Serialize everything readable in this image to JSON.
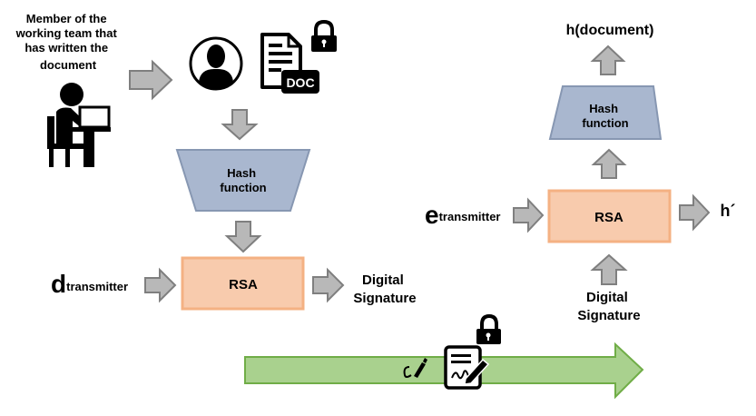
{
  "left": {
    "member_caption": [
      "Member of the",
      "working team that",
      "has written the",
      "document"
    ],
    "doc_icon_text": "DOC",
    "hash_box": [
      "Hash",
      "function"
    ],
    "d_letter": "d",
    "d_sub": "transmitter",
    "rsa_label": "RSA",
    "signature_label": [
      "Digital",
      "Signature"
    ]
  },
  "right": {
    "h_document": "h(document)",
    "hash_box": [
      "Hash",
      "function"
    ],
    "e_letter": "e",
    "e_sub": "transmitter",
    "rsa_label": "RSA",
    "h_prime": "h´",
    "signature_label": [
      "Digital",
      "Signature"
    ]
  },
  "colors": {
    "arrow_fill": "#b8b8b8",
    "arrow_stroke": "#7f7f7f",
    "hash_fill": "#a9b7cf",
    "hash_stroke": "#8797b2",
    "rsa_fill": "#f8cbad",
    "rsa_stroke": "#f4b183",
    "channel_fill": "#a9d18e",
    "channel_stroke": "#70ad47"
  }
}
